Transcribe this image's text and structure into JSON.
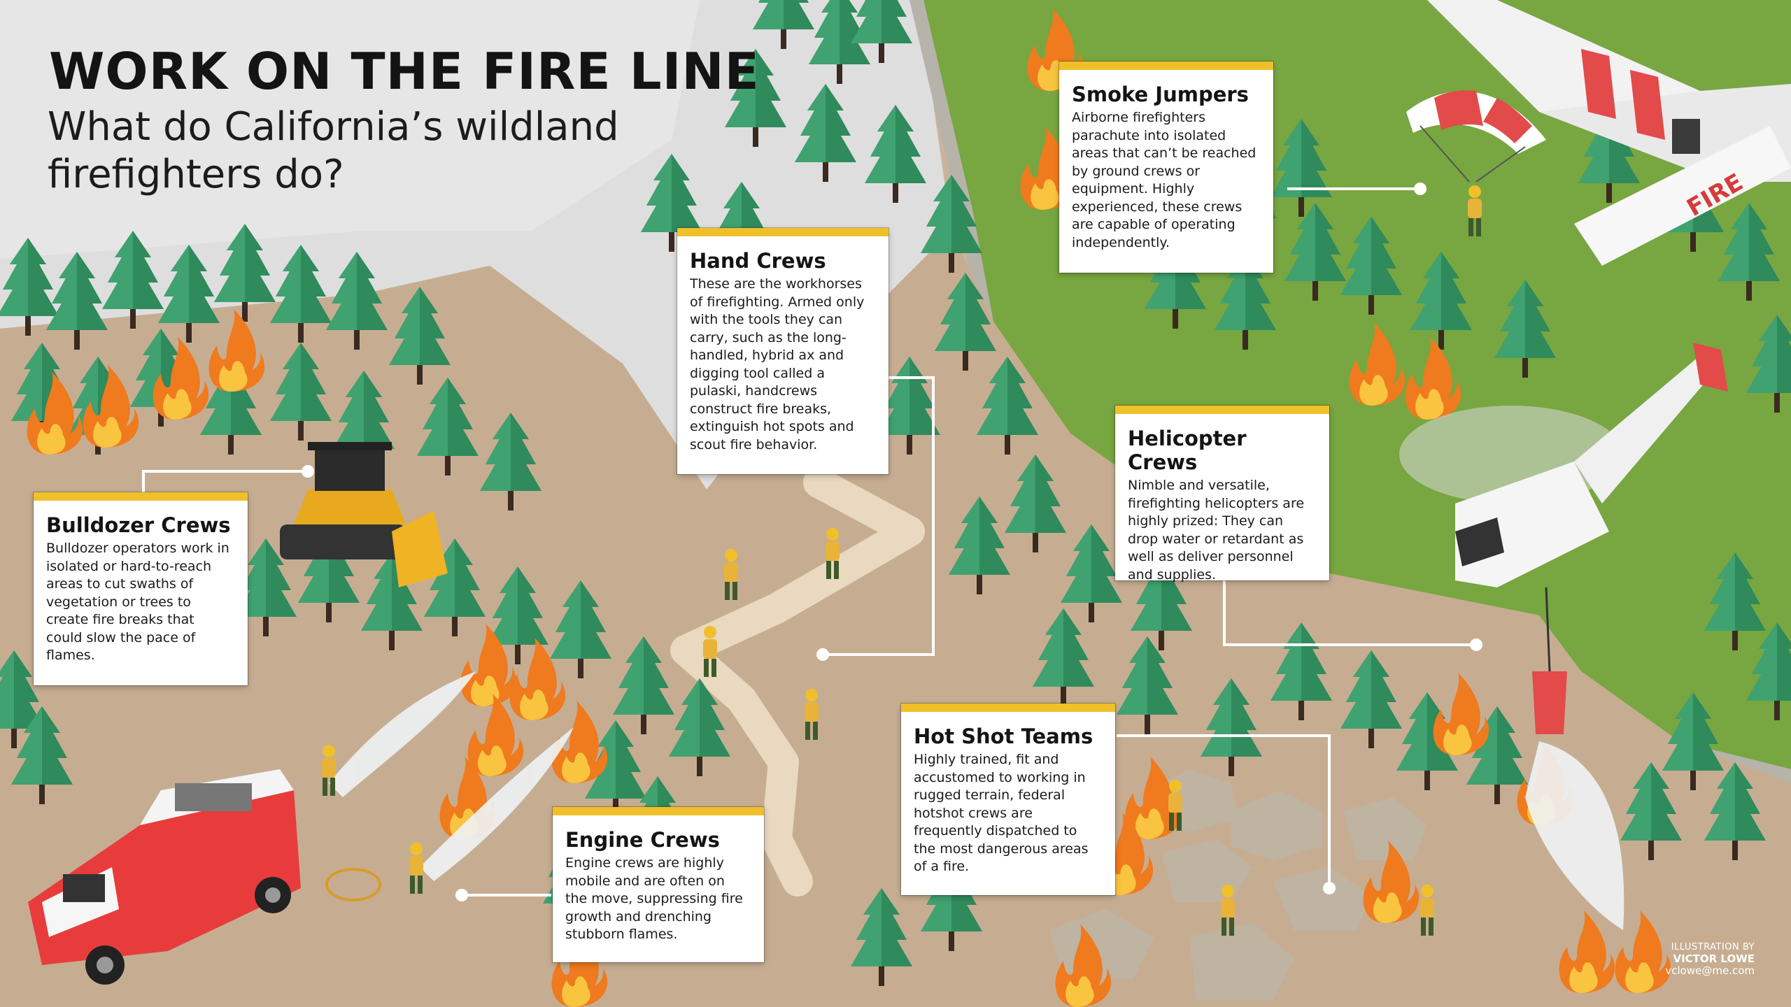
{
  "header": {
    "title": "WORK ON THE FIRE LINE",
    "subtitle": "What do California’s wildland firefighters do?"
  },
  "cards": {
    "bulldozer": {
      "title": "Bulldozer Crews",
      "body": "Bulldozer operators work in isolated or hard-to-reach areas to cut swaths of vegetation or trees to create fire breaks that could slow the pace of flames."
    },
    "hand": {
      "title": "Hand Crews",
      "body": "These are the workhorses of firefighting. Armed only with the tools they can carry, such as the long-handled, hybrid ax and digging tool called a pulaski, handcrews construct fire breaks, extinguish hot spots and scout fire behavior."
    },
    "smoke": {
      "title": "Smoke Jumpers",
      "body": "Airborne firefighters parachute into isolated areas that can’t be reached by ground crews or equipment. Highly experienced, these crews are capable of operating independently."
    },
    "helicopter": {
      "title": "Helicopter Crews",
      "body": "Nimble and versatile, firefighting helicopters are highly prized: They can drop water or retardant as well as deliver personnel and supplies."
    },
    "hotshot": {
      "title": "Hot Shot Teams",
      "body": "Highly trained, fit and accustomed to working in rugged terrain, federal hotshot crews are frequently dispatched to the most dangerous areas of a fire."
    },
    "engine": {
      "title": "Engine Crews",
      "body": "Engine crews are highly mobile and are often on the move, suppressing fire growth and drenching stubborn flames."
    }
  },
  "aircraft": {
    "plane_label": "FIRE"
  },
  "credit": {
    "line1": "ILLUSTRATION BY",
    "line2": "VICTOR LOWE",
    "line3": "vclowe@me.com"
  },
  "colors": {
    "accent": "#f0c02a",
    "ground": "#c8b29a",
    "grass": "#78a641",
    "tree": "#2f8a5c",
    "fire": "#f07a1e",
    "smoke": "#d8d8d8"
  },
  "icons": [
    "bulldozer-icon",
    "fire-engine-icon",
    "helicopter-icon",
    "airplane-icon",
    "parachute-icon",
    "tree-icon",
    "flame-icon",
    "firefighter-icon"
  ]
}
